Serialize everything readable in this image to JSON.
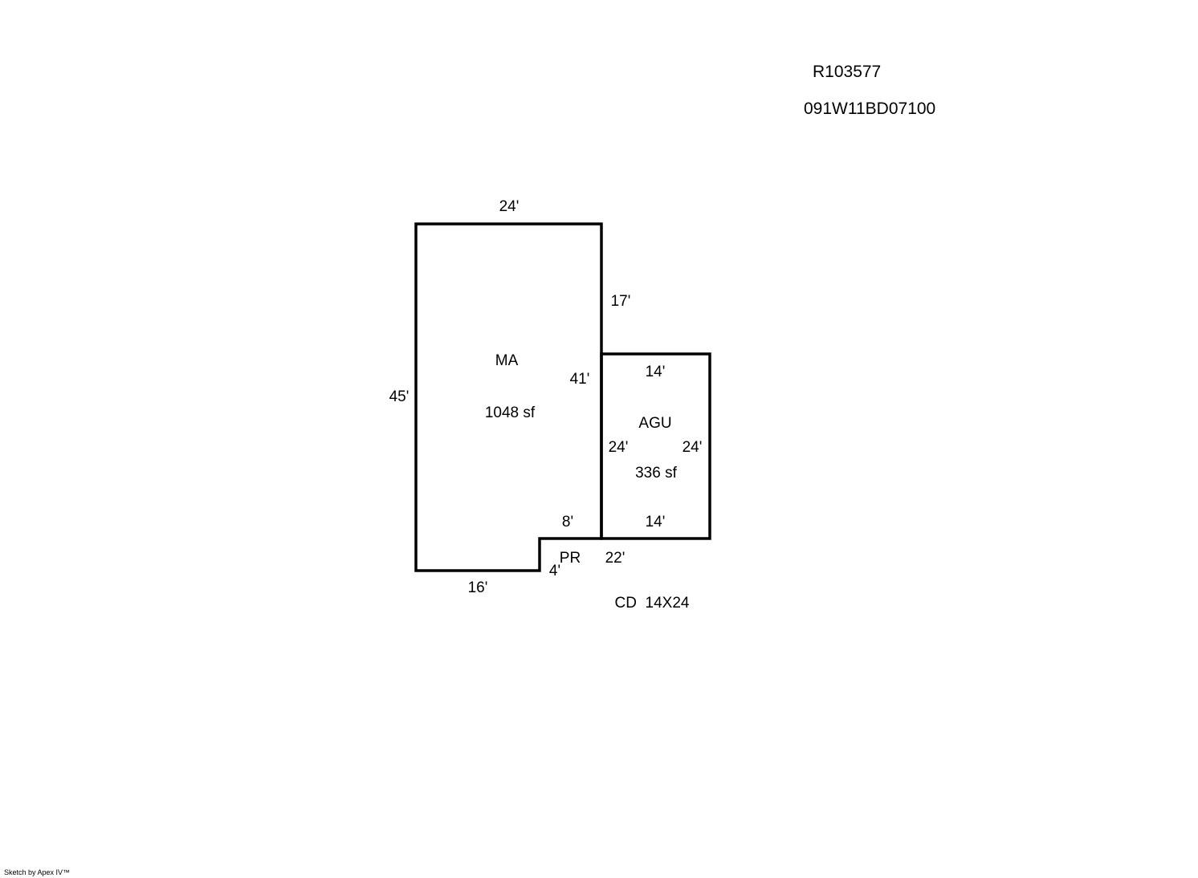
{
  "header": {
    "parcel_id": "R103577",
    "map_number": "091W11BD07100"
  },
  "areas": {
    "main": {
      "code": "MA",
      "area": "1048 sf"
    },
    "garage": {
      "code": "AGU",
      "area": "336 sf"
    },
    "porch": {
      "code": "PR"
    },
    "deck": {
      "code": "CD",
      "size": "14X24"
    }
  },
  "dimensions": {
    "ma_top": "24'",
    "ma_right_upper": "17'",
    "ma_left": "45'",
    "ma_right_lower": "41'",
    "ma_bottom": "16'",
    "notch_width": "8'",
    "notch_height": "4'",
    "agu_top": "14'",
    "agu_left": "24'",
    "agu_right": "24'",
    "agu_bottom": "14'",
    "pr_length": "22'"
  },
  "footer": {
    "credit": "Sketch by Apex IV™"
  },
  "colors": {
    "line": "#000000",
    "background": "#ffffff"
  }
}
